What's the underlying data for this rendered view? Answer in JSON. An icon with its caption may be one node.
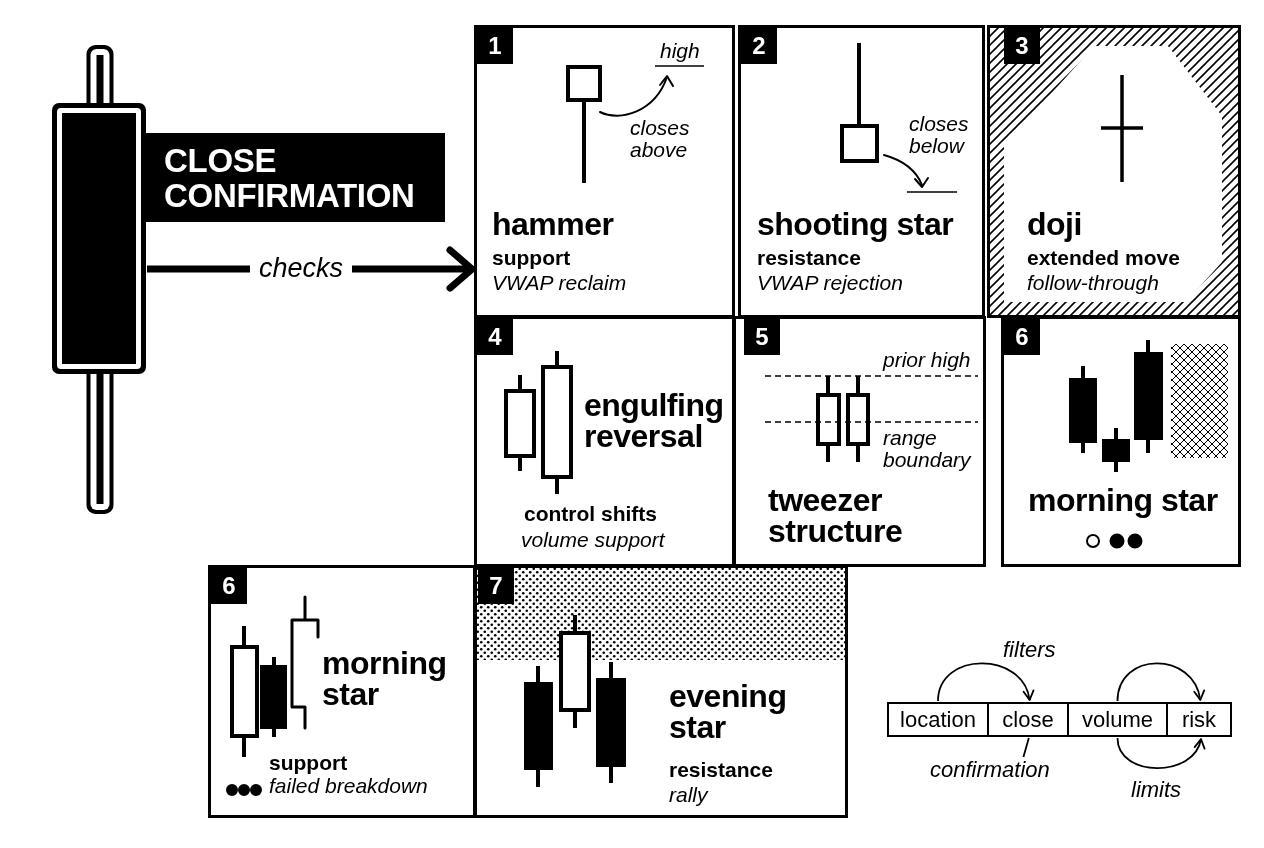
{
  "diagram": {
    "nodes": [
      {
        "text": [],
        "shape": "bar"
      },
      {
        "text": [
          "CLOSE CONFIRMATION"
        ]
      },
      {
        "text": [
          "1",
          "hammer",
          "support",
          "VWAP reclaim"
        ]
      },
      {
        "text": [
          "2",
          "shooting star",
          "resistance",
          "VWAP rejection"
        ]
      },
      {
        "text": [
          "3",
          "doji",
          "extended move",
          "follow-through"
        ]
      },
      {
        "text": [
          "4",
          "engulfing reversal",
          "control shifts",
          "volume support"
        ]
      },
      {
        "text": [
          "5",
          "tweezer structure"
        ]
      },
      {
        "text": [
          "6",
          "morning star"
        ]
      },
      {
        "text": [
          "6",
          "morning star",
          "support",
          "failed breakdown"
        ]
      },
      {
        "text": [
          "7",
          "evening star",
          "resistance",
          "rally"
        ]
      },
      {
        "text": [
          "location"
        ]
      },
      {
        "text": [
          "close"
        ]
      },
      {
        "text": [
          "volume"
        ]
      },
      {
        "text": [
          "risk"
        ]
      },
      {
        "text": [
          "confirmation"
        ]
      }
    ],
    "edges": [
      {
        "from": 0,
        "to": 2,
        "arrow": "to",
        "label": "checks",
        "style": "thick"
      },
      {
        "from": 10,
        "to": 11,
        "arrow": "to",
        "label": "filters"
      },
      {
        "from": 12,
        "to": 13,
        "arrow": "to"
      },
      {
        "from": 12,
        "to": 13,
        "arrow": "to",
        "label": "limits"
      },
      {
        "from": 14,
        "to": 11,
        "arrow": "none"
      }
    ],
    "labels": [
      "high",
      "closes above",
      "closes below",
      "prior high",
      "range boundary"
    ]
  }
}
